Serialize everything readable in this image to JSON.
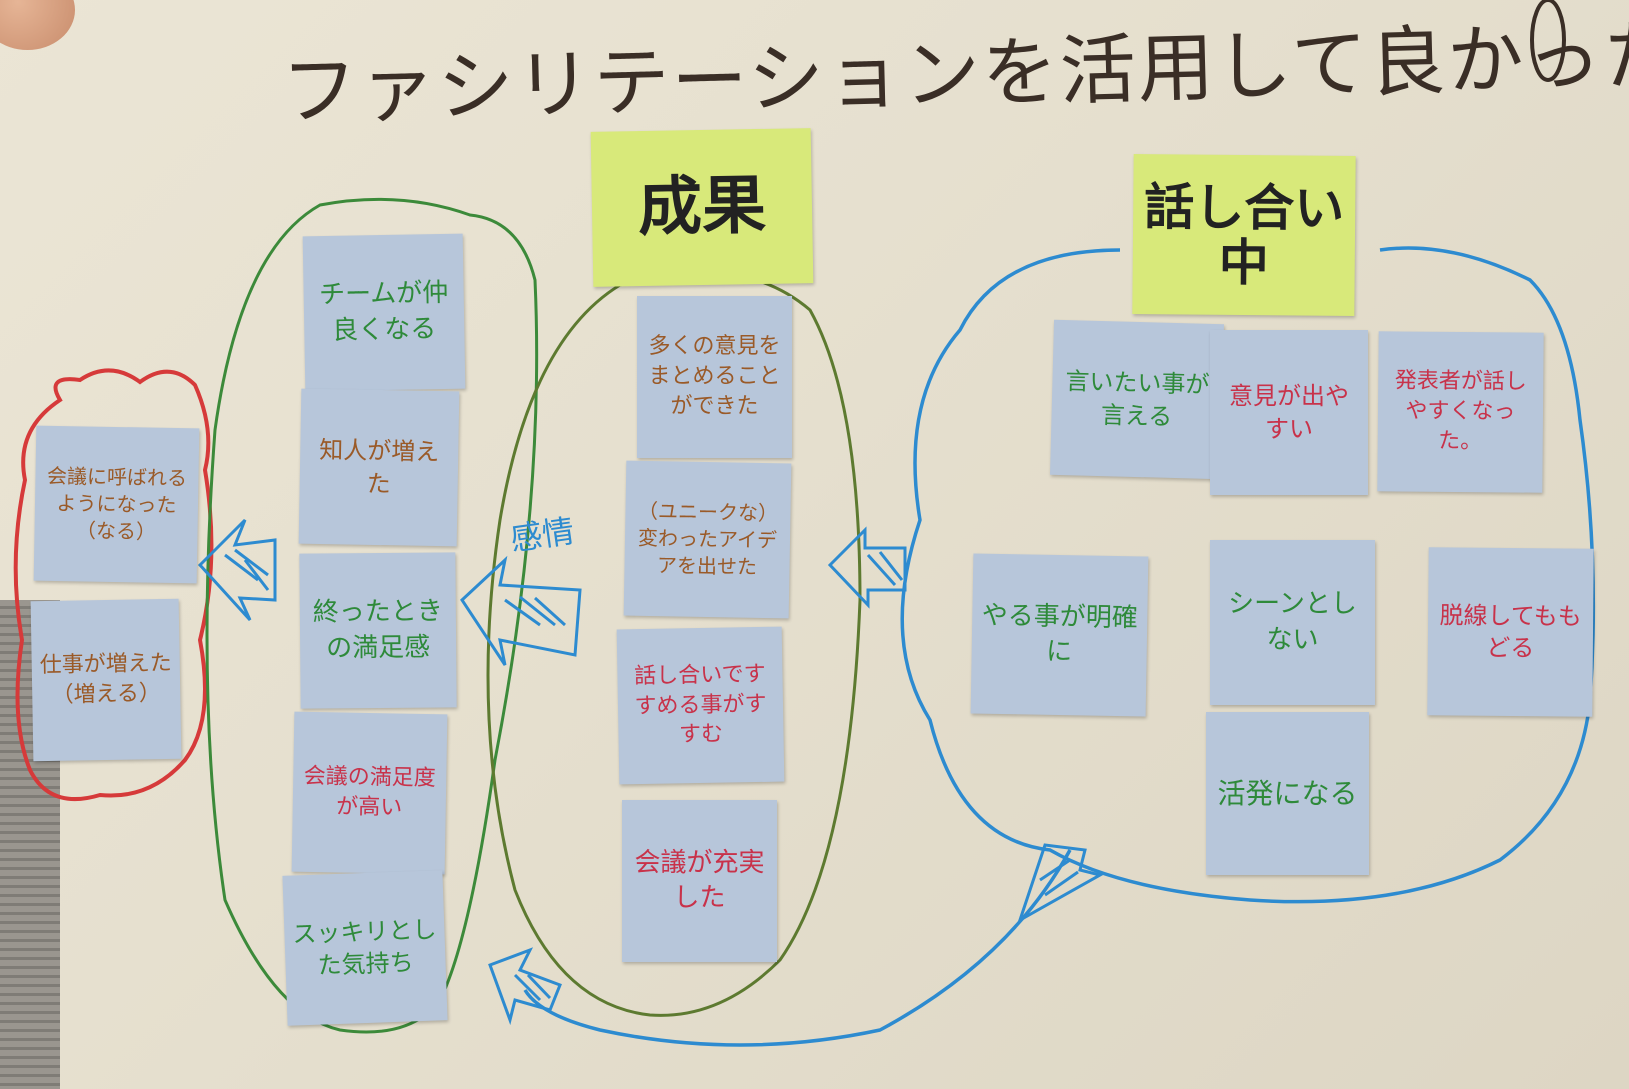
{
  "title": "ファシリテーションを活用して良かったこと！",
  "colors": {
    "sticky_blue": "#b7c6da",
    "sticky_yellow": "#d8e97a",
    "marker_green": "#2e8a3a",
    "marker_red": "#c8324a",
    "marker_blue": "#2d8bd0",
    "marker_brown": "#9a5a28"
  },
  "headers": {
    "results": "成果",
    "discussion": "話し合い中"
  },
  "arrow_label": "感情",
  "red_group": [
    "会議に呼ばれるようになった（なる）",
    "仕事が増えた（増える）"
  ],
  "green_group": [
    "チームが仲良くなる",
    "知人が増えた",
    "終ったときの満足感",
    "会議の満足度が高い",
    "スッキリとした気持ち"
  ],
  "results_group": [
    "多くの意見をまとめることができた",
    "（ユニークな）変わったアイデアを出せた",
    "話し合いですすめる事がすすむ",
    "会議が充実した"
  ],
  "discussion_group": [
    "言いたい事が言える",
    "意見が出やすい",
    "発表者が話しやすくなった。",
    "やる事が明確に",
    "シーンとしない",
    "脱線してももどる",
    "活発になる"
  ]
}
